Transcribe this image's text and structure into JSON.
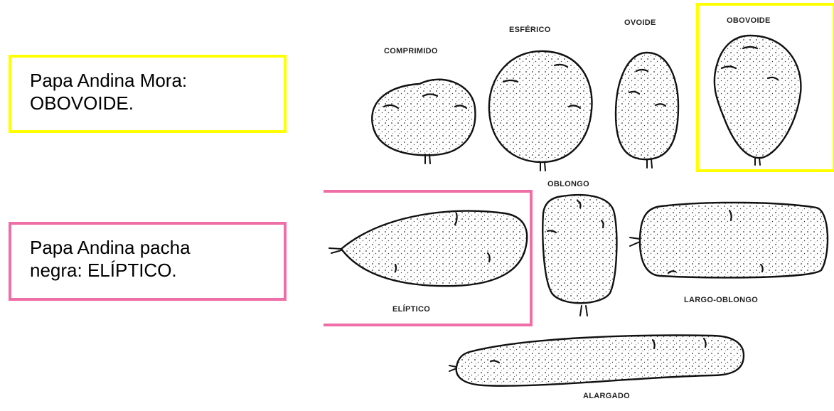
{
  "callouts": {
    "mora": {
      "line1": "Papa Andina Mora:",
      "line2": "OBOVOIDE."
    },
    "negra": {
      "line1": "Papa Andina pacha",
      "line2": "negra: ELÍPTICO."
    }
  },
  "shapes": {
    "comprimido": "COMPRIMIDO",
    "esferico": "ESFÉRICO",
    "ovoide": "OVOIDE",
    "obovoide": "OBOVOIDE",
    "oblongo": "OBLONGO",
    "eliptico": "ELÍPTICO",
    "largo_oblongo": "LARGO-OBLONGO",
    "alargado": "ALARGADO"
  },
  "colors": {
    "highlight_yellow": "#ffff00",
    "highlight_pink": "#f06ea8"
  }
}
